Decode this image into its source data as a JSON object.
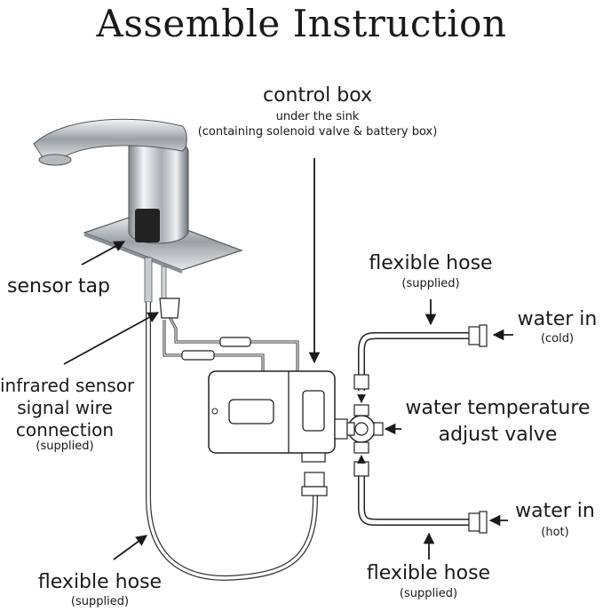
{
  "title": "Assemble Instruction",
  "labels": {
    "control_box": "control box",
    "control_box_sub1": "under the sink",
    "control_box_sub2": "(containing solenoid valve & battery box)",
    "flex_hose_top": "flexible hose",
    "flex_hose_top_sub": "(supplied)",
    "water_in_cold": "water in",
    "water_in_cold_sub": "(cold)",
    "sensor_tap": "sensor tap",
    "infrared_1": "infrared sensor",
    "infrared_2": "signal wire",
    "infrared_3": "connection",
    "infrared_sub": "(supplied)",
    "valve_1": "water temperature",
    "valve_2": "adjust valve",
    "water_in_hot": "water in",
    "water_in_hot_sub": "(hot)",
    "flex_hose_left": "flexible hose",
    "flex_hose_left_sub": "(supplied)",
    "flex_hose_bottom": "flexible hose",
    "flex_hose_bottom_sub": "(supplied)"
  },
  "colors": {
    "line": "#1a1a1a",
    "chrome_dark": "#6b7178",
    "chrome_light": "#e9ecef"
  }
}
